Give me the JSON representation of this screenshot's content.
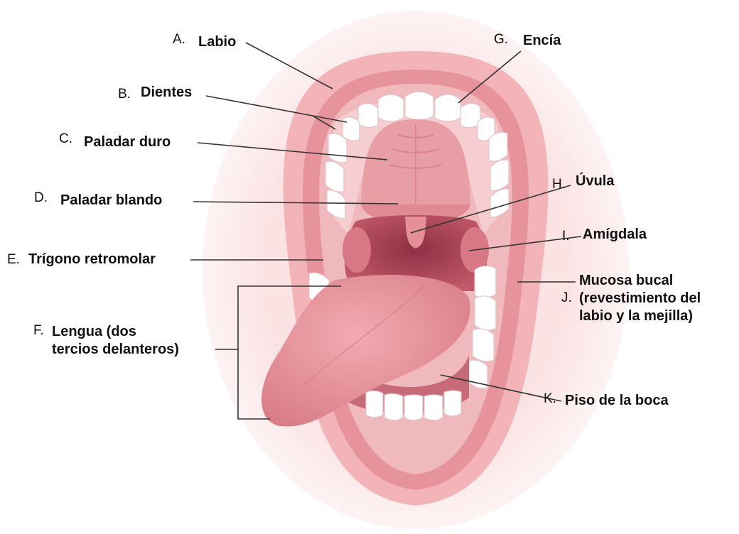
{
  "colors": {
    "lip": "#f2b3b9",
    "lip_inner": "#e88f98",
    "mouth_dark": "#b44a5b",
    "palate": "#e69aa0",
    "tongue": "#e48e96",
    "tooth": "#ffffff",
    "gum": "#f5c9cc",
    "line": "#333333"
  },
  "labels": {
    "a": {
      "letter": "A.",
      "name": "Labio"
    },
    "b": {
      "letter": "B.",
      "name": "Dientes"
    },
    "c": {
      "letter": "C.",
      "name": "Paladar duro"
    },
    "d": {
      "letter": "D.",
      "name": "Paladar blando"
    },
    "e": {
      "letter": "E.",
      "name": "Trígono retromolar"
    },
    "f": {
      "letter": "F.",
      "line1": "Lengua (dos",
      "line2": "tercios delanteros)"
    },
    "g": {
      "letter": "G.",
      "name": "Encía"
    },
    "h": {
      "letter": "H.",
      "name": "Úvula"
    },
    "i": {
      "letter": "I.",
      "name": "Amígdala"
    },
    "j": {
      "letter": "J.",
      "line1": "Mucosa bucal",
      "line2": "(revestimiento del",
      "line3": "labio y la mejilla)"
    },
    "k": {
      "letter": "K.",
      "name": "Piso de la boca"
    }
  }
}
